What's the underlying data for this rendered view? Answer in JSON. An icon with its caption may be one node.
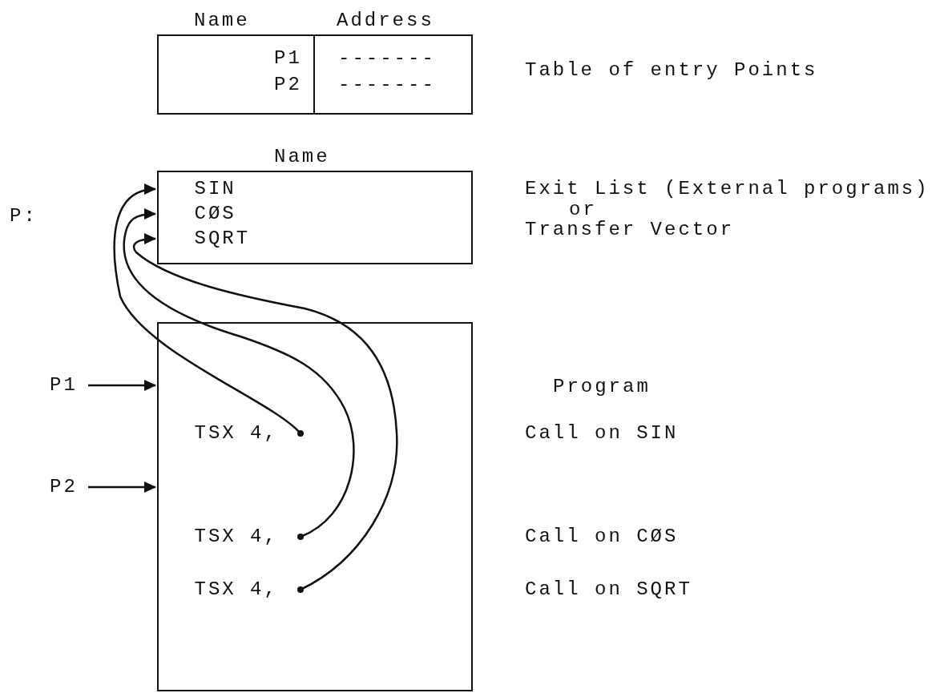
{
  "diagram": {
    "nodes": [
      {
        "text": [
          "Name",
          "Address",
          "P1",
          "P2",
          "-------",
          "-------"
        ]
      },
      {
        "text": [
          "Name"
        ]
      },
      {
        "text": [
          "SIN"
        ],
        "in": 1
      },
      {
        "text": [
          "CØS"
        ],
        "in": 1
      },
      {
        "text": [
          "SQRT"
        ],
        "in": 1
      },
      {
        "text": [],
        "shape": "box"
      },
      {
        "text": [
          "TSX 4,"
        ],
        "in": 5
      },
      {
        "text": [
          "TSX 4,"
        ],
        "in": 5
      },
      {
        "text": [
          "TSX 4,"
        ],
        "in": 5
      },
      {
        "text": [
          "P1"
        ]
      },
      {
        "text": [
          "P2"
        ]
      }
    ],
    "edges": [
      {
        "from": 6,
        "to": 2,
        "arrow": "to"
      },
      {
        "from": 7,
        "to": 3,
        "arrow": "to"
      },
      {
        "from": 8,
        "to": 4,
        "arrow": "to"
      },
      {
        "from": 9,
        "to": 5,
        "arrow": "to"
      },
      {
        "from": 10,
        "to": 5,
        "arrow": "to"
      }
    ],
    "labels": [
      "Table of entry Points",
      "P:",
      "Exit List (External programs)",
      "or",
      "Transfer Vector",
      "Program",
      "Call on SIN",
      "Call on CØS",
      "Call on SQRT"
    ]
  }
}
